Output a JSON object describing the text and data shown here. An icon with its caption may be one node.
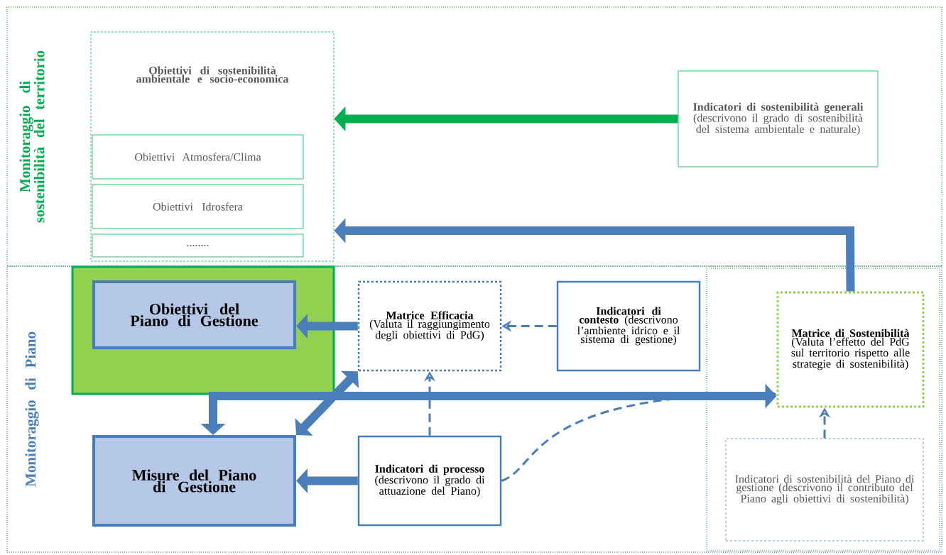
{
  "diagram": {
    "nodes": [
      {
        "text": [
          "Monitoraggio di sostenibilità del territorio"
        ]
      },
      {
        "text": [
          "Monitoraggio di Piano"
        ]
      },
      {
        "text": [],
        "shape": "box",
        "in": 1
      },
      {
        "text": [
          "Obiettivi di sostenibilità ambientale e socio-economica"
        ],
        "in": 0
      },
      {
        "text": [
          "Obiettivi Atmosfera/Clima"
        ],
        "in": 3
      },
      {
        "text": [
          "Obiettivi Idrosfera"
        ],
        "in": 3
      },
      {
        "text": [
          "........"
        ],
        "in": 3
      },
      {
        "text": [
          "Indicatori di sostenibilità generali",
          "(descrivono il grado di sostenibilità del sistema ambientale e naturale)"
        ],
        "in": 0
      },
      {
        "text": [],
        "shape": "box",
        "in": 1
      },
      {
        "text": [
          "Obiettivi del Piano di Gestione"
        ],
        "in": 8
      },
      {
        "text": [
          "Misure del Piano di Gestione"
        ],
        "in": 1
      },
      {
        "text": [
          "Matrice Efficacia",
          "(Valuta il raggiungimento degli obiettivi di PdG)"
        ],
        "in": 1
      },
      {
        "text": [
          "**Indicatori di contesto** (descrivono l’ambiente idrico e  il sistema di gestione)"
        ],
        "in": 1
      },
      {
        "text": [
          "Indicatori di processo",
          "(descrivono il grado di attuazione del Piano)"
        ],
        "in": 1
      },
      {
        "text": [
          "Matrice di Sostenibilità",
          "(Valuta l’effetto del PdG sul territorio rispetto alle strategie di sostenibilità)"
        ],
        "in": 2
      },
      {
        "text": [
          "Indicatori di sostenibilità del Piano di gestione (descrivono il contributo del Piano agli obiettivi di sostenibilità)"
        ],
        "in": 2
      }
    ],
    "edges": [
      {
        "from": 7,
        "to": 3,
        "arrow": "to",
        "color": "#00b050"
      },
      {
        "from": 14,
        "to": 3,
        "arrow": "to"
      },
      {
        "from": 11,
        "to": 9,
        "arrow": "to"
      },
      {
        "from": 12,
        "to": 11,
        "arrow": "to",
        "style": "dashed"
      },
      {
        "from": 13,
        "to": 11,
        "arrow": "to",
        "style": "dashed"
      },
      {
        "from": 13,
        "to": 10,
        "arrow": "to"
      },
      {
        "from": 13,
        "to": 14,
        "arrow": "to",
        "style": "dashed"
      },
      {
        "from": 15,
        "to": 14,
        "arrow": "to",
        "style": "dashed"
      },
      {
        "from": 10,
        "to": 14,
        "arrow": "both"
      },
      {
        "from": 11,
        "to": 10,
        "arrow": "both"
      }
    ]
  }
}
